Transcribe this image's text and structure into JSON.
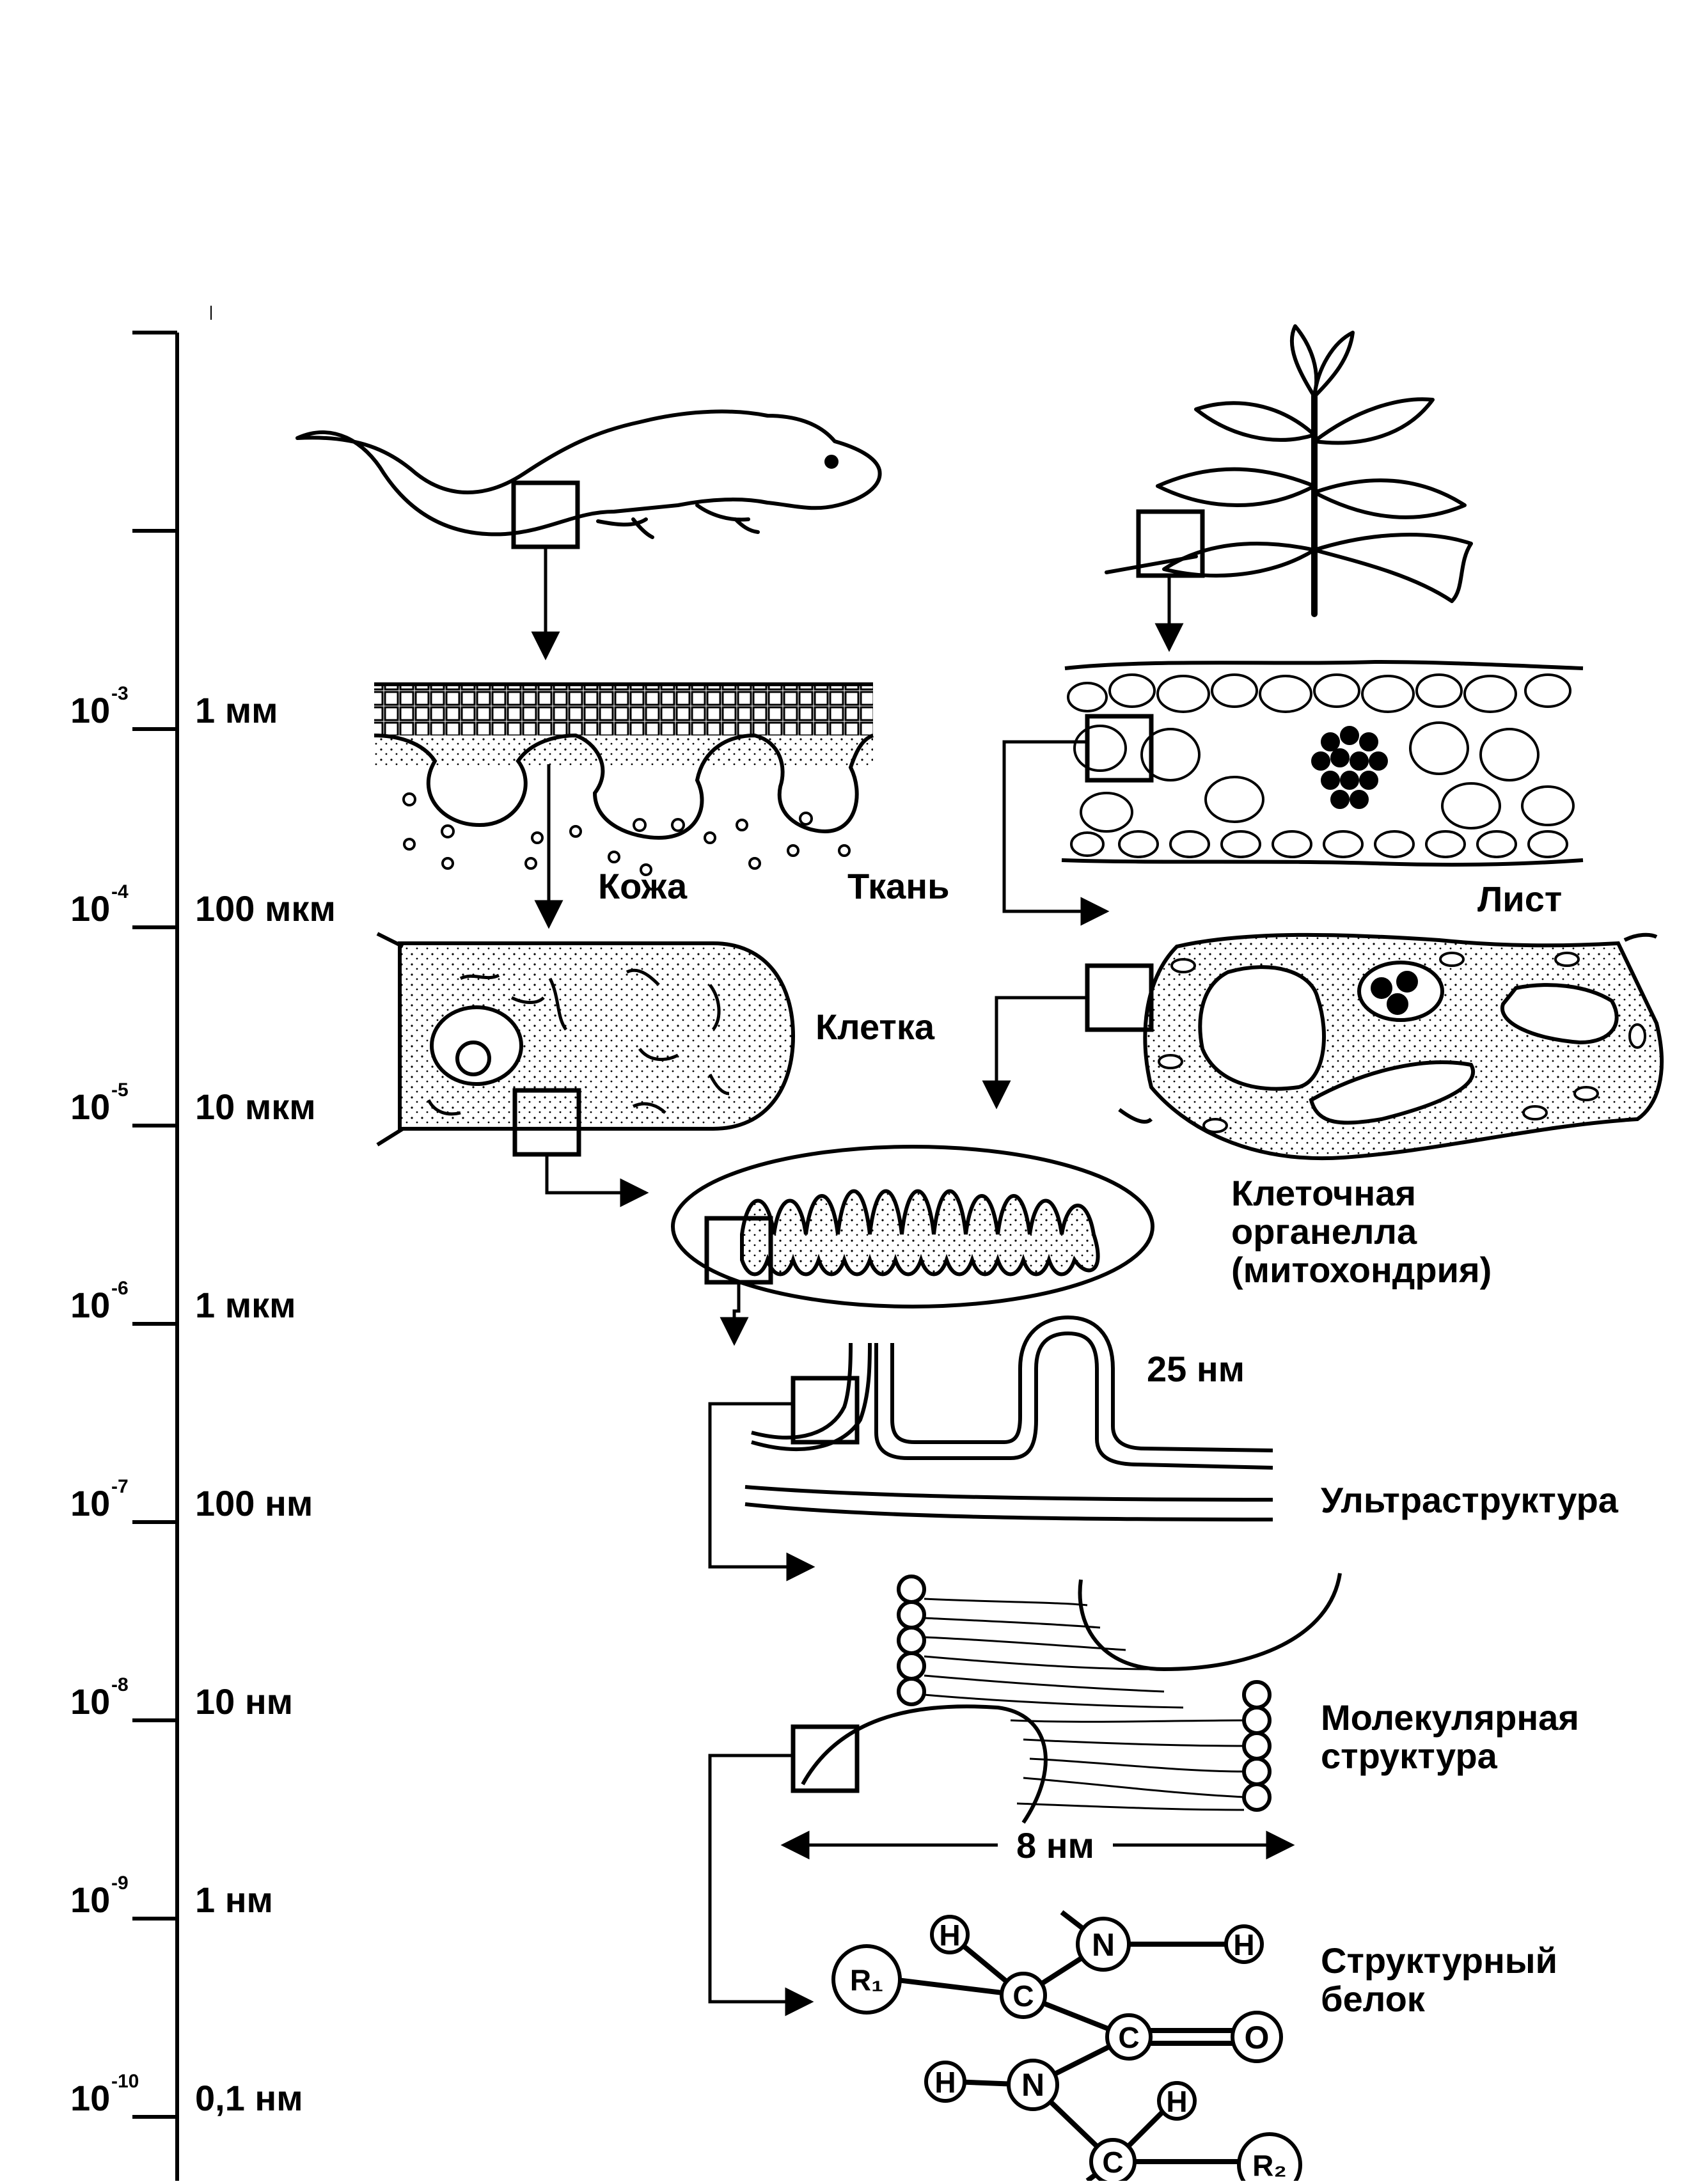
{
  "scale": {
    "ticks": [
      {
        "base": "10",
        "exp": "-3",
        "value": "1 мм"
      },
      {
        "base": "10",
        "exp": "-4",
        "value": "100 мкм"
      },
      {
        "base": "10",
        "exp": "-5",
        "value": "10 мкм"
      },
      {
        "base": "10",
        "exp": "-6",
        "value": "1 мкм"
      },
      {
        "base": "10",
        "exp": "-7",
        "value": "100 нм"
      },
      {
        "base": "10",
        "exp": "-8",
        "value": "10 нм"
      },
      {
        "base": "10",
        "exp": "-9",
        "value": "1 нм"
      },
      {
        "base": "10",
        "exp": "-10",
        "value": "0,1 нм"
      }
    ]
  },
  "labels": {
    "skin": "Кожа",
    "tissue": "Ткань",
    "leaf": "Лист",
    "cell": "Клетка",
    "organelle_1": "Клеточная",
    "organelle_2": "органелла",
    "organelle_3": "(митохондрия)",
    "ultra_size": "25 нм",
    "ultrastructure": "Ультраструктура",
    "molecular_1": "Молекулярная",
    "molecular_2": "структура",
    "molecular_size": "8 нм",
    "protein_1": "Структурный",
    "protein_2": "белок"
  },
  "atoms": {
    "h1": "H",
    "n1": "N",
    "h2": "H",
    "r1": "R₁",
    "c1": "C",
    "c2": "C",
    "o": "O",
    "h3": "H",
    "n2": "N",
    "h4": "H",
    "c3": "C",
    "r2": "R₂"
  }
}
